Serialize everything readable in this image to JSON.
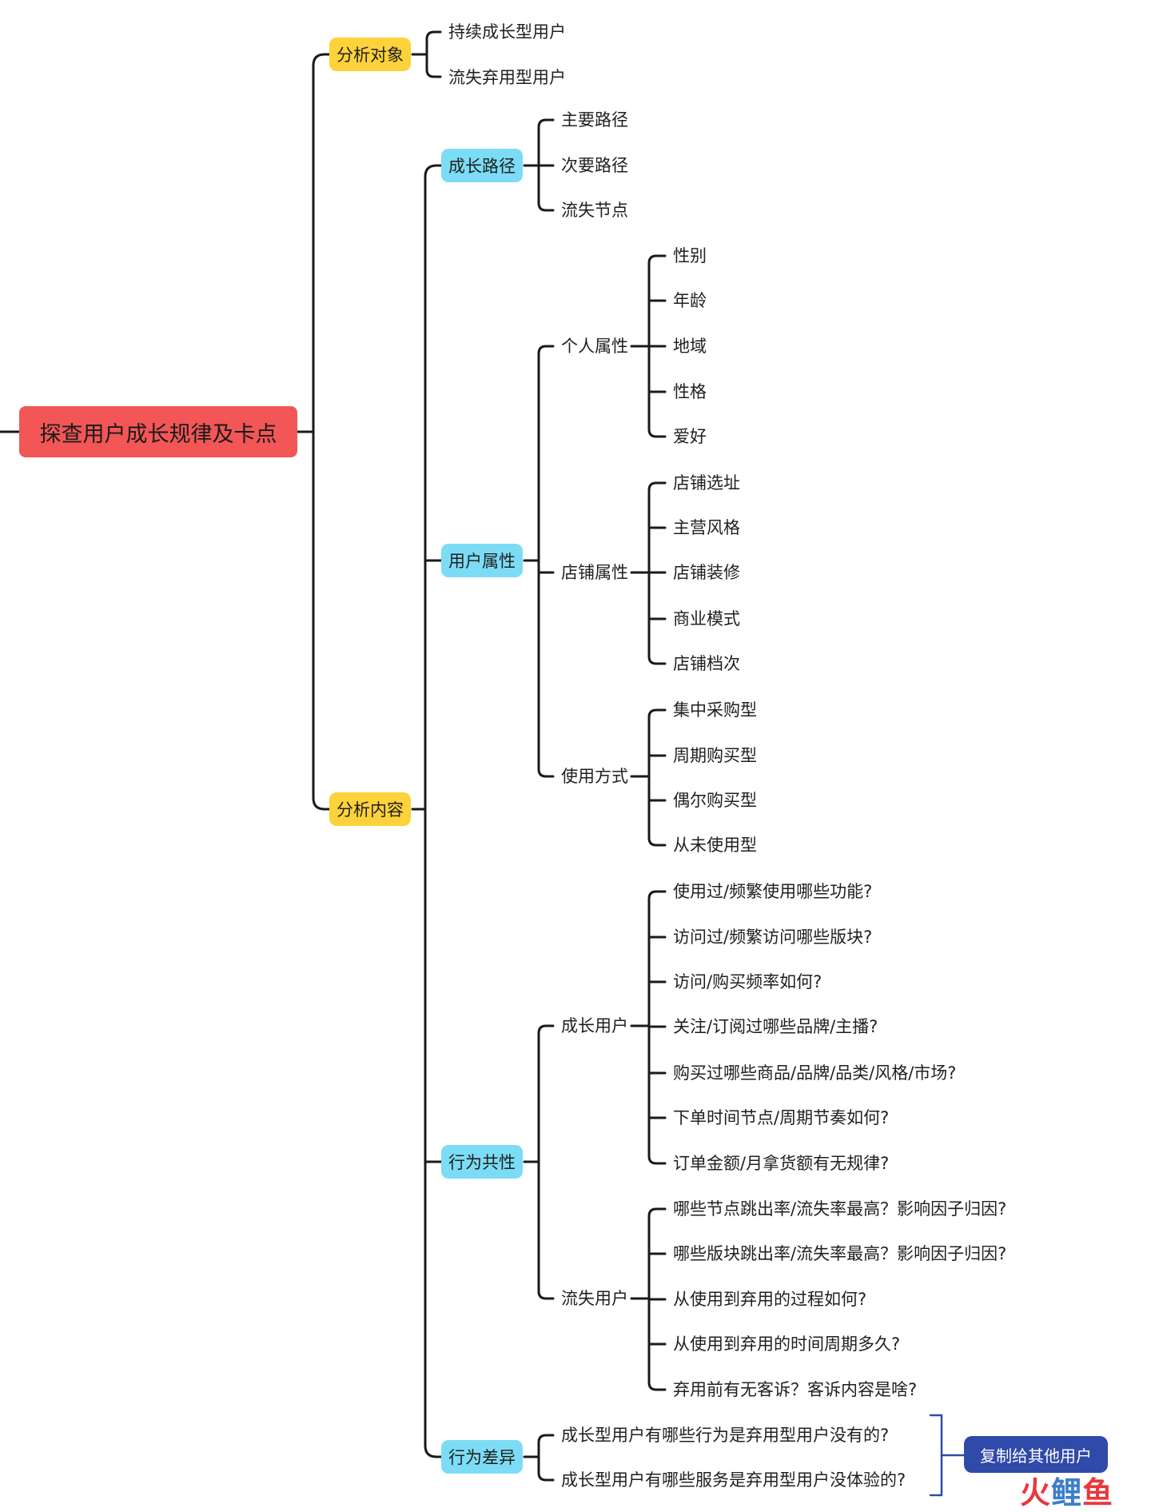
{
  "root": {
    "label": "探查用户成长规律及卡点"
  },
  "branches": {
    "analysis_target": {
      "label": "分析对象",
      "children": [
        "持续成长型用户",
        "流失弃用型用户"
      ]
    },
    "analysis_content": {
      "label": "分析内容",
      "growth_path": {
        "label": "成长路径",
        "children": [
          "主要路径",
          "次要路径",
          "流失节点"
        ]
      },
      "user_attributes": {
        "label": "用户属性",
        "personal": {
          "label": "个人属性",
          "children": [
            "性别",
            "年龄",
            "地域",
            "性格",
            "爱好"
          ]
        },
        "store": {
          "label": "店铺属性",
          "children": [
            "店铺选址",
            "主营风格",
            "店铺装修",
            "商业模式",
            "店铺档次"
          ]
        },
        "usage": {
          "label": "使用方式",
          "children": [
            "集中采购型",
            "周期购买型",
            "偶尔购买型",
            "从未使用型"
          ]
        }
      },
      "behavior_common": {
        "label": "行为共性",
        "growth_users": {
          "label": "成长用户",
          "children": [
            "使用过/频繁使用哪些功能?",
            "访问过/频繁访问哪些版块?",
            "访问/购买频率如何?",
            "关注/订阅过哪些品牌/主播?",
            "购买过哪些商品/品牌/品类/风格/市场?",
            "下单时间节点/周期节奏如何?",
            "订单金额/月拿货额有无规律?"
          ]
        },
        "churn_users": {
          "label": "流失用户",
          "children": [
            "哪些节点跳出率/流失率最高？影响因子归因?",
            "哪些版块跳出率/流失率最高？影响因子归因?",
            "从使用到弃用的过程如何?",
            "从使用到弃用的时间周期多久?",
            "弃用前有无客诉？客诉内容是啥?"
          ]
        }
      },
      "behavior_diff": {
        "label": "行为差异",
        "children": [
          "成长型用户有哪些行为是弃用型用户没有的?",
          "成长型用户有哪些服务是弃用型用户没体验的?"
        ]
      }
    }
  },
  "copy_button": {
    "label": "复制给其他用户"
  },
  "watermark": {
    "chars": [
      "火",
      "鲤",
      "鱼"
    ]
  },
  "colors": {
    "root": "#f25656",
    "level1": "#fdd23a",
    "level2": "#7cdcf5",
    "button": "#2f4aa8",
    "line": "#1a1a1a",
    "bracket": "#2f4aa8"
  }
}
